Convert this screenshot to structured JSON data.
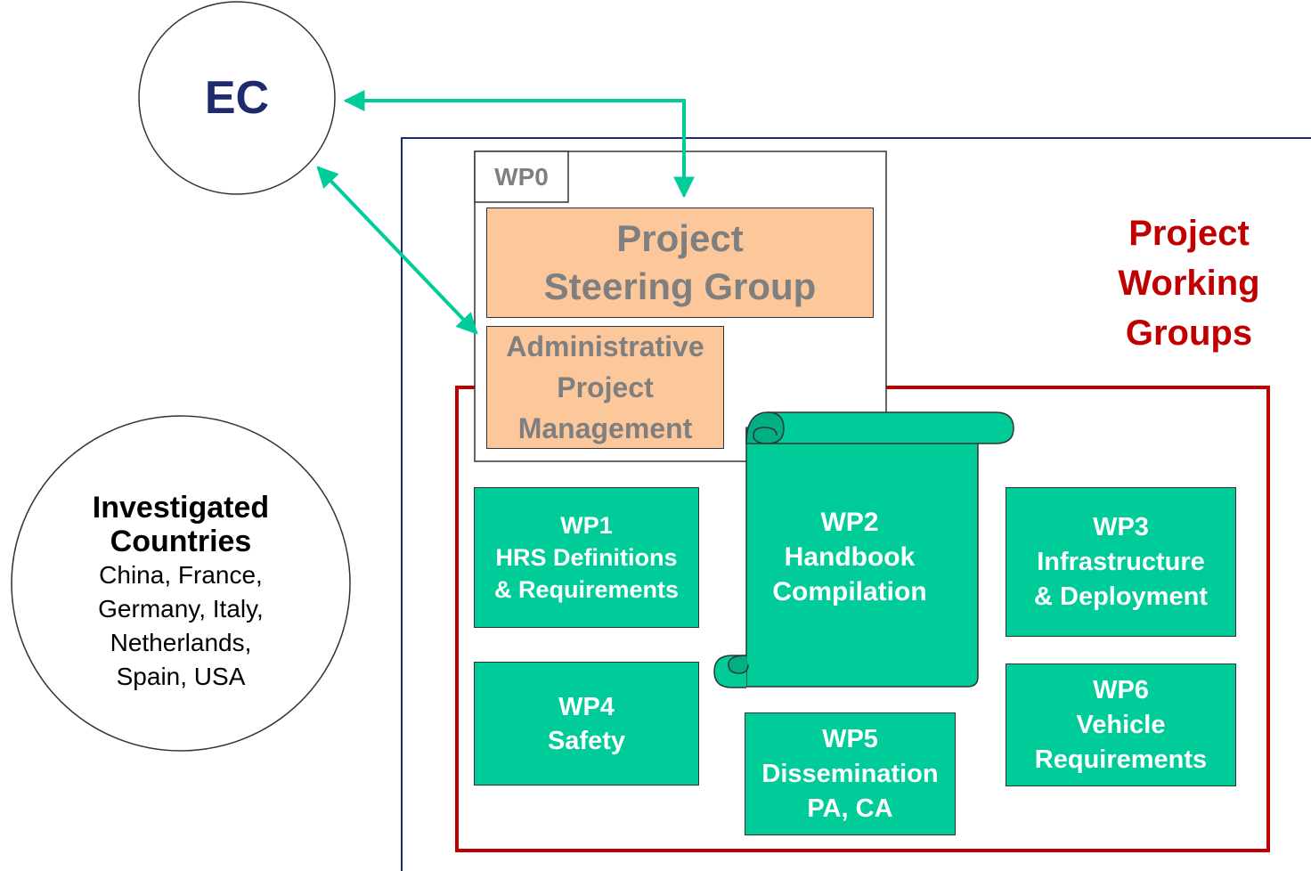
{
  "ec": {
    "label": "EC"
  },
  "countries": {
    "title": "Investigated Countries",
    "title_line1": "Investigated",
    "title_line2": "Countries",
    "list_lines": [
      "China, France,",
      "Germany, Italy,",
      "Netherlands,",
      "Spain, USA"
    ]
  },
  "wp0": {
    "tab_label": "WP0",
    "steering_lines": [
      "Project",
      "Steering Group"
    ],
    "admin_lines": [
      "Administrative",
      "Project",
      "Management"
    ]
  },
  "working_groups": {
    "title_lines": [
      "Project",
      "Working",
      "Groups"
    ]
  },
  "work_packages": {
    "wp1": {
      "lines": [
        "WP1",
        "HRS Definitions",
        "& Requirements"
      ]
    },
    "wp2": {
      "lines": [
        "WP2",
        "Handbook",
        "Compilation"
      ]
    },
    "wp3": {
      "lines": [
        "WP3",
        "Infrastructure",
        "& Deployment"
      ]
    },
    "wp4": {
      "lines": [
        "WP4",
        "Safety"
      ]
    },
    "wp5": {
      "lines": [
        "WP5",
        "Dissemination",
        "PA, CA"
      ]
    },
    "wp6": {
      "lines": [
        "WP6",
        "Vehicle",
        "Requirements"
      ]
    }
  },
  "colors": {
    "accent_green": "#00cc99",
    "peach": "#fcc89b",
    "title_red": "#c00000",
    "ec_navy": "#1f2a6e",
    "frame_navy": "#1f2a6e",
    "arrow_green": "#00cc99",
    "label_grey": "#7f7f7f"
  }
}
